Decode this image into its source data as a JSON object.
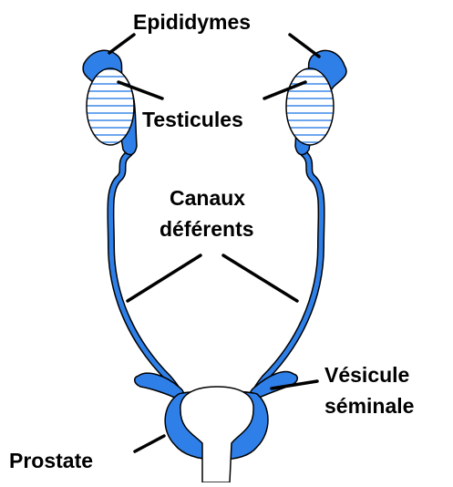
{
  "labels": {
    "epididymes": "Epididymes",
    "testicules": "Testicules",
    "canaux_line1": "Canaux",
    "canaux_line2": "déférents",
    "vesicule_line1": "Vésicule",
    "vesicule_line2": "séminale",
    "prostate": "Prostate"
  },
  "colors": {
    "organ": "#2f7fe8",
    "outline": "#000000",
    "background": "#ffffff"
  }
}
